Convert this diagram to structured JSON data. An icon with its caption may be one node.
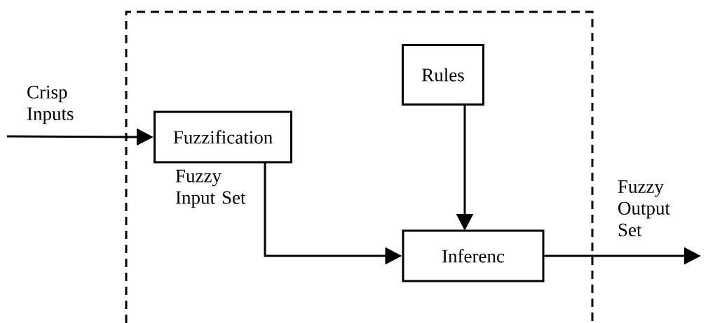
{
  "diagram": {
    "nodes": [
      {
        "text": [
          "Rules"
        ]
      },
      {
        "text": [
          "Fuzzification"
        ]
      },
      {
        "text": [
          "Inferenc"
        ]
      }
    ],
    "edges": [
      {
        "from": null,
        "to": 1,
        "arrow": "to",
        "label": "Crisp Inputs"
      },
      {
        "from": 1,
        "to": 2,
        "arrow": "to",
        "label": "Fuzzy Input Set"
      },
      {
        "from": 0,
        "to": 2,
        "arrow": "to"
      },
      {
        "from": 2,
        "to": null,
        "arrow": "to",
        "label": "Fuzzy Output Set"
      }
    ]
  }
}
